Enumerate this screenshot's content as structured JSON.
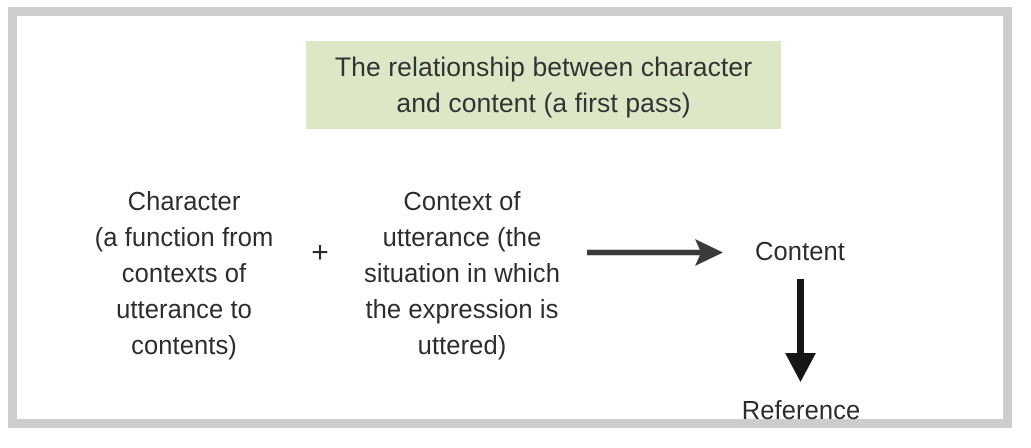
{
  "figure": {
    "title": "The relationship between character\nand content (a first pass)",
    "title_banner_color": "#dce8c5",
    "frame_color": "#cdcdcd",
    "background_color": "#ffffff",
    "text_color": "#2d2d2d",
    "title_text_color": "#333333"
  },
  "nodes": {
    "character": {
      "label": "Character\n(a function from\ncontexts of\nutterance to\ncontents)"
    },
    "operator": {
      "label": "+"
    },
    "context": {
      "label": "Context of\nutterance (the\nsituation in which\nthe expression is\nuttered)"
    },
    "content": {
      "label": "Content"
    },
    "reference": {
      "label": "Reference"
    }
  },
  "arrows": {
    "character_context_to_content": {
      "direction": "right",
      "color": "#3a3a3a",
      "from": "context",
      "to": "content"
    },
    "content_to_reference": {
      "direction": "down",
      "color": "#161616",
      "from": "content",
      "to": "reference"
    }
  }
}
